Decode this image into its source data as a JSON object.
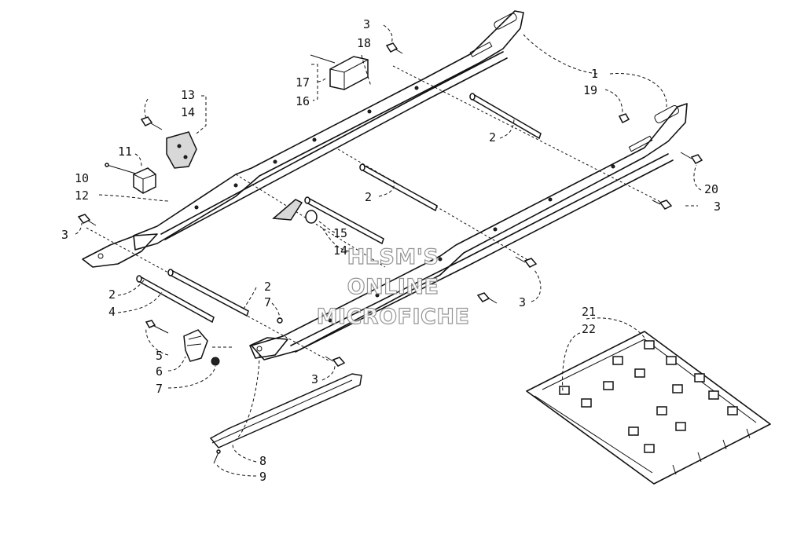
{
  "diagram": {
    "callouts": {
      "c1": "1",
      "c2a": "2",
      "c2b": "2",
      "c2c": "2",
      "c2d": "2",
      "c3a": "3",
      "c3b": "3",
      "c3c": "3",
      "c3d": "3",
      "c3e": "3",
      "c4": "4",
      "c5": "5",
      "c6": "6",
      "c7a": "7",
      "c7b": "7",
      "c8": "8",
      "c9": "9",
      "c10": "10",
      "c11": "11",
      "c12": "12",
      "c13": "13",
      "c14a": "14",
      "c14b": "14",
      "c15": "15",
      "c16": "16",
      "c17": "17",
      "c18": "18",
      "c19": "19",
      "c20": "20",
      "c21": "21",
      "c22": "22"
    },
    "watermark": {
      "line1": "HLSM'S",
      "line2": "ONLINE",
      "line3": "MICROFICHE"
    }
  }
}
